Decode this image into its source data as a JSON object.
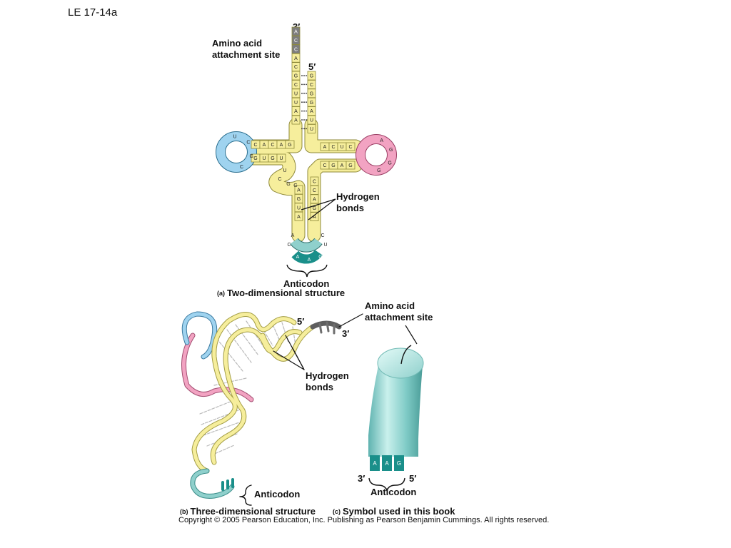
{
  "slide_title": "LE 17-14a",
  "panel_a": {
    "label_amino_site": "Amino acid\nattachment site",
    "label_hbonds": "Hydrogen\nbonds",
    "label_anticodon": "Anticodon",
    "caption_letter": "(a)",
    "caption": "Two-dimensional structure",
    "end_3": "3′",
    "end_5": "5′",
    "acceptor_stem_3p": [
      "A",
      "C",
      "C",
      "A",
      "C",
      "G",
      "C",
      "U",
      "U",
      "A",
      "A"
    ],
    "acceptor_stem_5p": [
      "G",
      "C",
      "G",
      "G",
      "A",
      "U",
      "U"
    ],
    "d_arm_top": [
      "C",
      "A",
      "C",
      "A",
      "G"
    ],
    "d_arm_bottom": [
      "G",
      "U",
      "G",
      "U"
    ],
    "d_loop": [
      "U",
      "C",
      "G",
      "C"
    ],
    "t_arm_top": [
      "A",
      "C",
      "U",
      "C"
    ],
    "t_arm_bottom": [
      "C",
      "G",
      "A",
      "G"
    ],
    "t_loop": [
      "A",
      "G",
      "G",
      "G"
    ],
    "anticodon_stem_left": [
      "A",
      "G",
      "U",
      "A"
    ],
    "anticodon_stem_right": [
      "C",
      "C",
      "A",
      "G",
      "A"
    ],
    "junction": [
      "U",
      "C",
      "G",
      "G"
    ],
    "anticodon_loop_left": [
      "A",
      "C"
    ],
    "anticodon_loop_right": [
      "C",
      "U"
    ],
    "anticodon": [
      "A",
      "A",
      "G"
    ]
  },
  "panel_b": {
    "end_5": "5′",
    "end_3": "3′",
    "label_hbonds": "Hydrogen\nbonds",
    "label_anticodon": "Anticodon",
    "caption_letter": "(b)",
    "caption": "Three-dimensional structure"
  },
  "panel_c": {
    "label_amino_site": "Amino acid\nattachment site",
    "anticodon_bases": [
      "A",
      "A",
      "G"
    ],
    "end_3": "3′",
    "end_5": "5′",
    "label_anticodon": "Anticodon",
    "caption_letter": "(c)",
    "caption": "Symbol used in this book"
  },
  "copyright": "Copyright © 2005 Pearson Education, Inc. Publishing as Pearson Benjamin Cummings. All rights reserved.",
  "colors": {
    "yellow": "#f6ee9c",
    "yellow_stroke": "#8f8a3a",
    "blue": "#9fd3ef",
    "pink": "#f2a3c2",
    "teal_light": "#8fd0cc",
    "teal_dark": "#1a8f8a",
    "grey": "#7d7d7d"
  }
}
